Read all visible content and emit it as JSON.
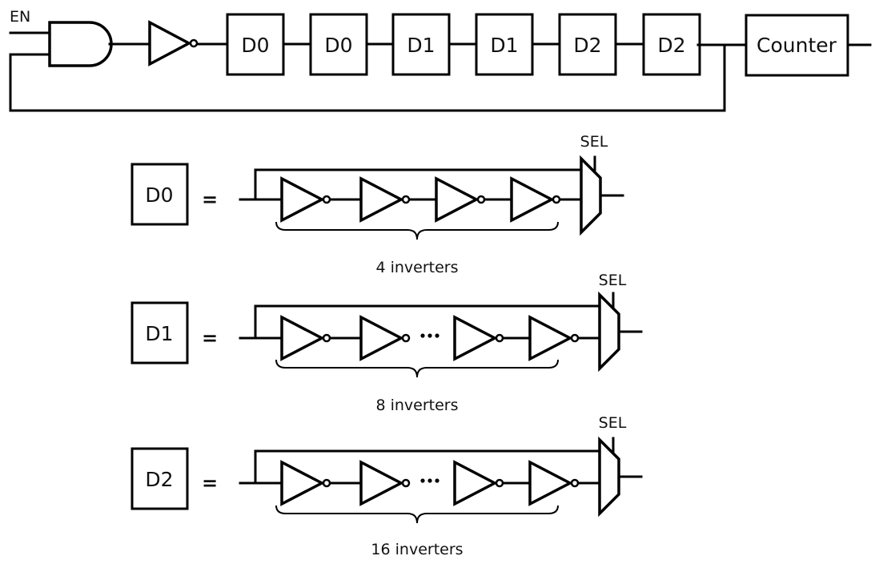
{
  "top_chain": {
    "enable_label": "EN",
    "gate": "AND",
    "inverter": "NOT",
    "blocks": [
      "D0",
      "D0",
      "D1",
      "D1",
      "D2",
      "D2"
    ],
    "counter_label": "Counter"
  },
  "definitions": [
    {
      "name": "D0",
      "equals": "=",
      "sel_label": "SEL",
      "count_label": "4 inverters",
      "inverter_count": 4,
      "shown_inverters": 4,
      "has_ellipsis": false
    },
    {
      "name": "D1",
      "equals": "=",
      "sel_label": "SEL",
      "count_label": "8 inverters",
      "inverter_count": 8,
      "shown_inverters": 4,
      "has_ellipsis": true
    },
    {
      "name": "D2",
      "equals": "=",
      "sel_label": "SEL",
      "count_label": "16 inverters",
      "inverter_count": 16,
      "shown_inverters": 4,
      "has_ellipsis": true
    }
  ]
}
